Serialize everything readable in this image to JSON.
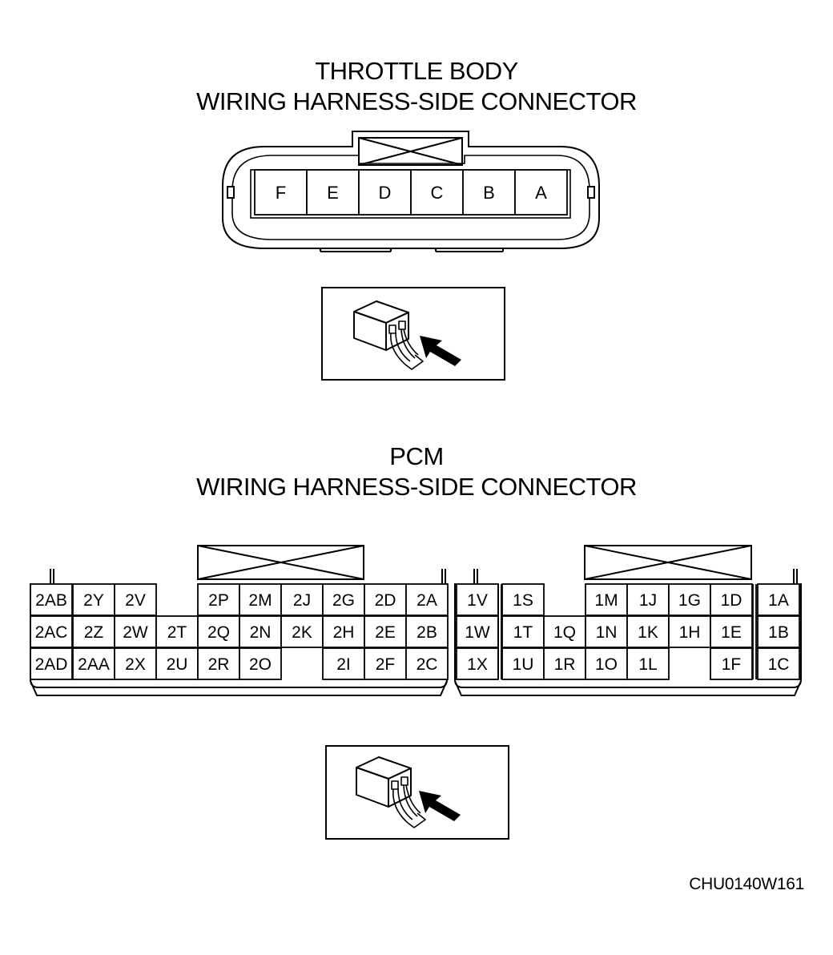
{
  "throttle_section": {
    "title_line1": "THROTTLE BODY",
    "title_line2": "WIRING HARNESS-SIDE CONNECTOR",
    "pins": [
      "F",
      "E",
      "D",
      "C",
      "B",
      "A"
    ]
  },
  "pcm_section": {
    "title_line1": "PCM",
    "title_line2": "WIRING HARNESS-SIDE CONNECTOR",
    "connector2": {
      "rows": [
        [
          "2AB",
          "2Y",
          "2V",
          "",
          "2P",
          "2M",
          "2J",
          "2G",
          "2D",
          "2A"
        ],
        [
          "2AC",
          "2Z",
          "2W",
          "2T",
          "2Q",
          "2N",
          "2K",
          "2H",
          "2E",
          "2B"
        ],
        [
          "2AD",
          "2AA",
          "2X",
          "2U",
          "2R",
          "2O",
          "",
          "2I",
          "2F",
          "2C"
        ]
      ]
    },
    "connector1": {
      "rows": [
        [
          "1V",
          "1S",
          "",
          "1M",
          "1J",
          "1G",
          "1D",
          "1A"
        ],
        [
          "1W",
          "1T",
          "1Q",
          "1N",
          "1K",
          "1H",
          "1E",
          "1B"
        ],
        [
          "1X",
          "1U",
          "1R",
          "1O",
          "1L",
          "",
          "1F",
          "1C"
        ]
      ]
    }
  },
  "figure_code": "CHU0140W161"
}
